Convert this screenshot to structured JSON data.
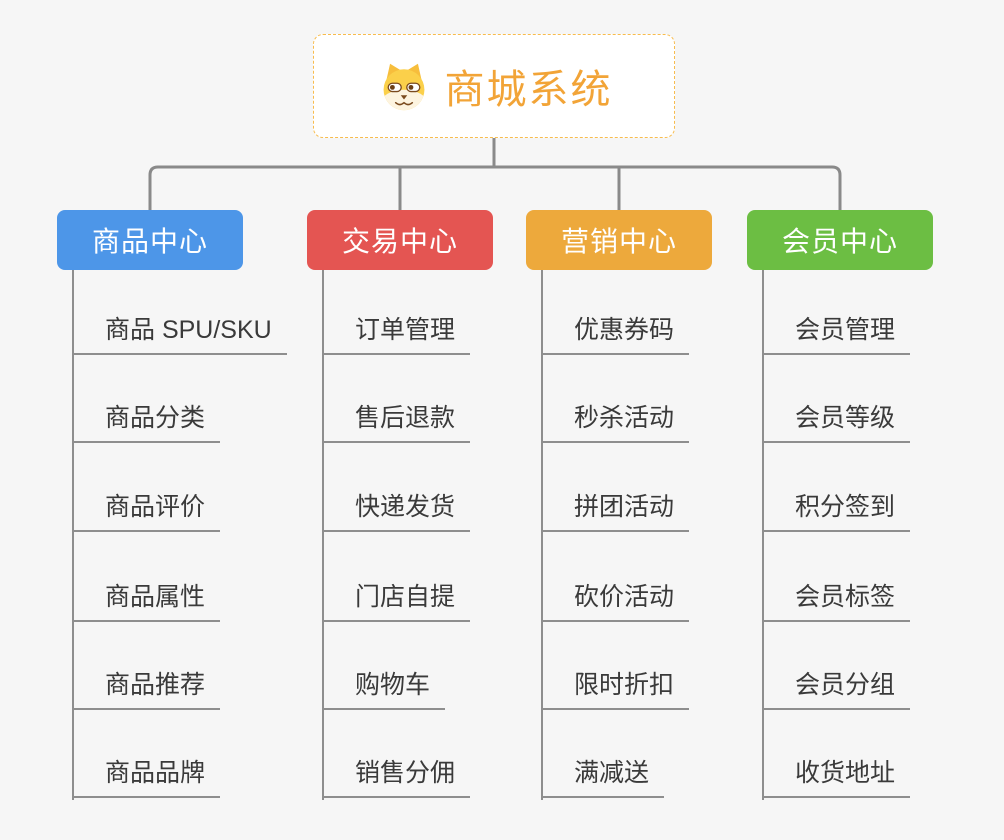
{
  "root": {
    "title": "商城系统",
    "icon": "shiba-dog-icon"
  },
  "branches": [
    {
      "label": "商品中心",
      "color": "#4D96E8",
      "items": [
        "商品 SPU/SKU",
        "商品分类",
        "商品评价",
        "商品属性",
        "商品推荐",
        "商品品牌"
      ]
    },
    {
      "label": "交易中心",
      "color": "#E45552",
      "items": [
        "订单管理",
        "售后退款",
        "快递发货",
        "门店自提",
        "购物车",
        "销售分佣"
      ]
    },
    {
      "label": "营销中心",
      "color": "#EDA93C",
      "items": [
        "优惠券码",
        "秒杀活动",
        "拼团活动",
        "砍价活动",
        "限时折扣",
        "满减送"
      ]
    },
    {
      "label": "会员中心",
      "color": "#6CBE43",
      "items": [
        "会员管理",
        "会员等级",
        "积分签到",
        "会员标签",
        "会员分组",
        "收货地址"
      ]
    }
  ],
  "colors": {
    "background": "#F6F6F6",
    "connector": "#8A8A8A",
    "leaf_text": "#3A3A3A",
    "root_text": "#F2A437",
    "root_border": "#F8BC4D"
  }
}
